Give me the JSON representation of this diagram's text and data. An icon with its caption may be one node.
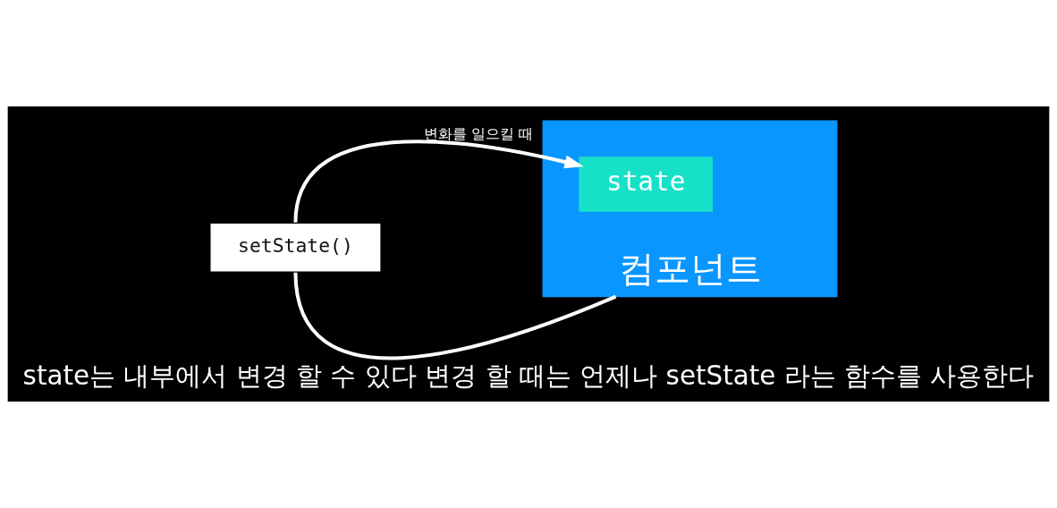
{
  "diagram": {
    "caption": "state는 내부에서 변경 할 수 있다 변경 할 때는 언제나 setState 라는 함수를 사용한다",
    "nodes": [
      {
        "text": [
          "컴포넌트"
        ]
      },
      {
        "text": [
          "state"
        ],
        "in": 0
      },
      {
        "text": [
          "setState()"
        ]
      }
    ],
    "edges": [
      {
        "from": 2,
        "to": 0,
        "arrow": "none"
      },
      {
        "from": 2,
        "to": 1,
        "arrow": "to",
        "label": "변화를 일으킬 때"
      }
    ]
  }
}
